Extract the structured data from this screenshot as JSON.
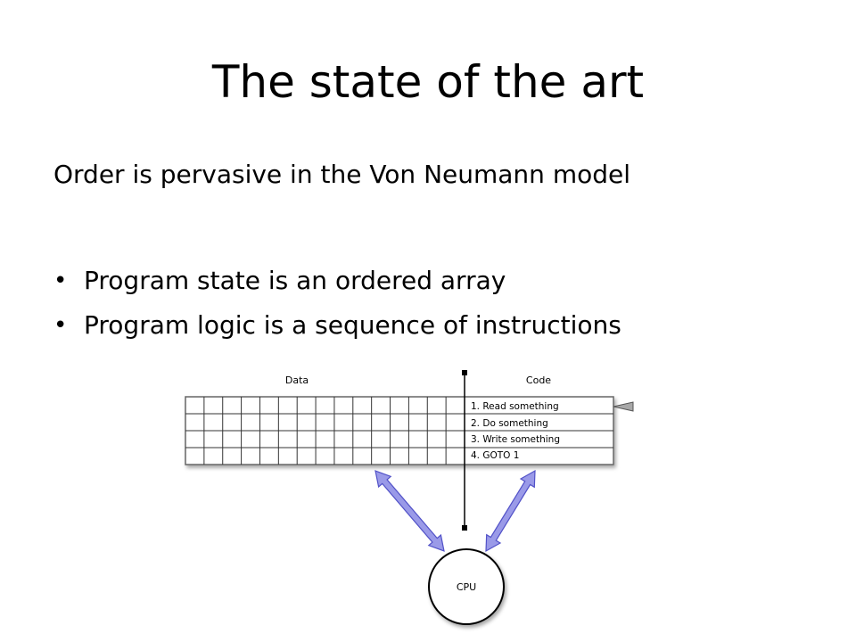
{
  "slide": {
    "title": "The state of the art",
    "intro": "Order is pervasive in the Von Neumann model",
    "bullets": [
      "Program state is an ordered array",
      "Program logic is a sequence of instructions"
    ]
  },
  "diagram": {
    "data_label": "Data",
    "code_label": "Code",
    "instructions": [
      "1. Read something",
      "2. Do something",
      "3. Write something",
      "4. GOTO 1"
    ],
    "cpu_label": "CPU",
    "colors": {
      "arrow_fill": "#9a9ae8",
      "arrow_stroke": "#5252c8",
      "grid_line": "#333333",
      "pointer_fill": "#a8a8a8"
    }
  }
}
